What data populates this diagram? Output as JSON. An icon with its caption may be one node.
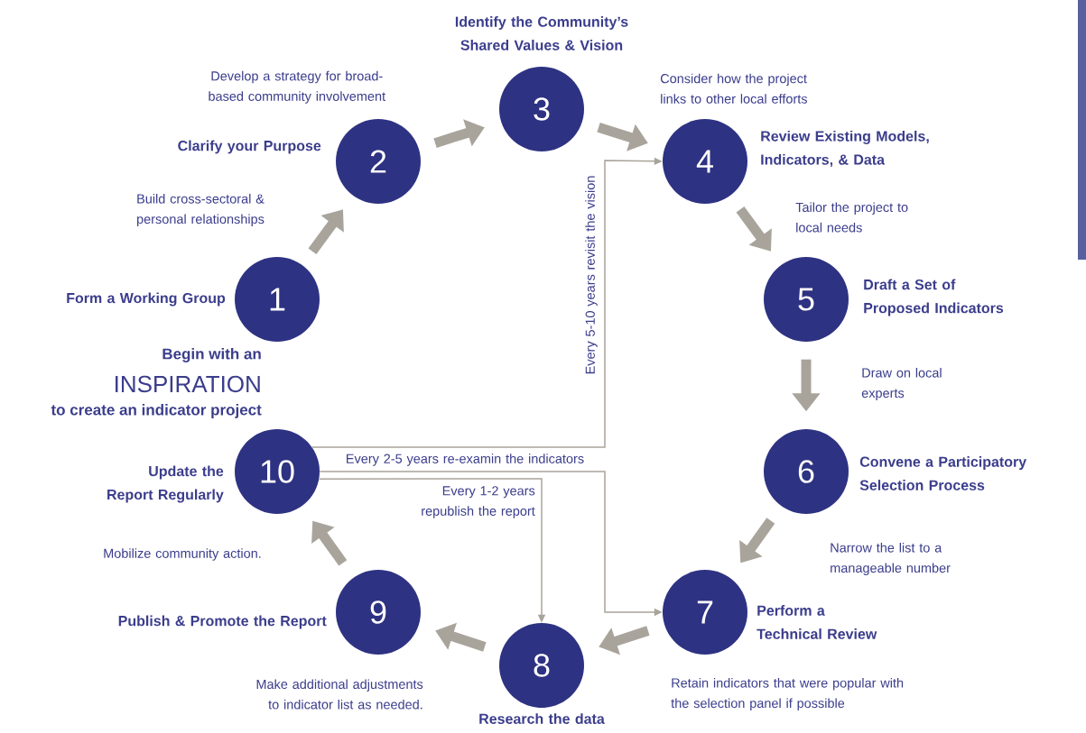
{
  "diagram": {
    "nodes": [
      {
        "text": [
          "1"
        ],
        "beside": [
          "Form a Working Group"
        ]
      },
      {
        "text": [
          "2"
        ],
        "beside": [
          "Clarify your Purpose"
        ]
      },
      {
        "text": [
          "3"
        ],
        "beside": [
          "Identify the Community’s Shared Values & Vision"
        ]
      },
      {
        "text": [
          "4"
        ],
        "beside": [
          "Review Existing Models, Indicators, & Data"
        ]
      },
      {
        "text": [
          "5"
        ],
        "beside": [
          "Draft a Set of Proposed Indicators"
        ]
      },
      {
        "text": [
          "6"
        ],
        "beside": [
          "Convene a Participatory Selection Process"
        ]
      },
      {
        "text": [
          "7"
        ],
        "beside": [
          "Perform a Technical Review"
        ]
      },
      {
        "text": [
          "8"
        ],
        "beside": [
          "Research the data"
        ]
      },
      {
        "text": [
          "9"
        ],
        "beside": [
          "Publish & Promote the Report"
        ]
      },
      {
        "text": [
          "10"
        ],
        "beside": [
          "Update the Report Regularly"
        ]
      }
    ],
    "edges": [
      {
        "from": 0,
        "to": 1,
        "arrow": "to",
        "label": "Build cross-sectoral & personal relationships"
      },
      {
        "from": 1,
        "to": 2,
        "arrow": "to",
        "label": "Develop a strategy for broad-based community involvement"
      },
      {
        "from": 2,
        "to": 3,
        "arrow": "to",
        "label": "Consider how the project links to other local efforts"
      },
      {
        "from": 3,
        "to": 4,
        "arrow": "to",
        "label": "Tailor the project to local needs"
      },
      {
        "from": 4,
        "to": 5,
        "arrow": "to",
        "label": "Draw on local experts"
      },
      {
        "from": 5,
        "to": 6,
        "arrow": "to",
        "label": "Narrow the list to a manageable number"
      },
      {
        "from": 6,
        "to": 7,
        "arrow": "to",
        "label": "Retain indicators that were popular with the selection panel if possible"
      },
      {
        "from": 7,
        "to": 8,
        "arrow": "to",
        "label": "Make additional adjustments to indicator list as needed."
      },
      {
        "from": 8,
        "to": 9,
        "arrow": "to",
        "label": "Mobilize community action."
      },
      {
        "from": 9,
        "to": 3,
        "arrow": "to",
        "label": "Every 5-10 years revisit the vision"
      },
      {
        "from": 9,
        "to": 6,
        "arrow": "to",
        "label": "Every 2-5 years re-examin the indicators"
      },
      {
        "from": 9,
        "to": 7,
        "arrow": "to",
        "label": "Every 1-2 years republish the report"
      }
    ],
    "labels": [
      "Begin with an",
      "INSPIRATION",
      "to create an indicator project"
    ]
  }
}
